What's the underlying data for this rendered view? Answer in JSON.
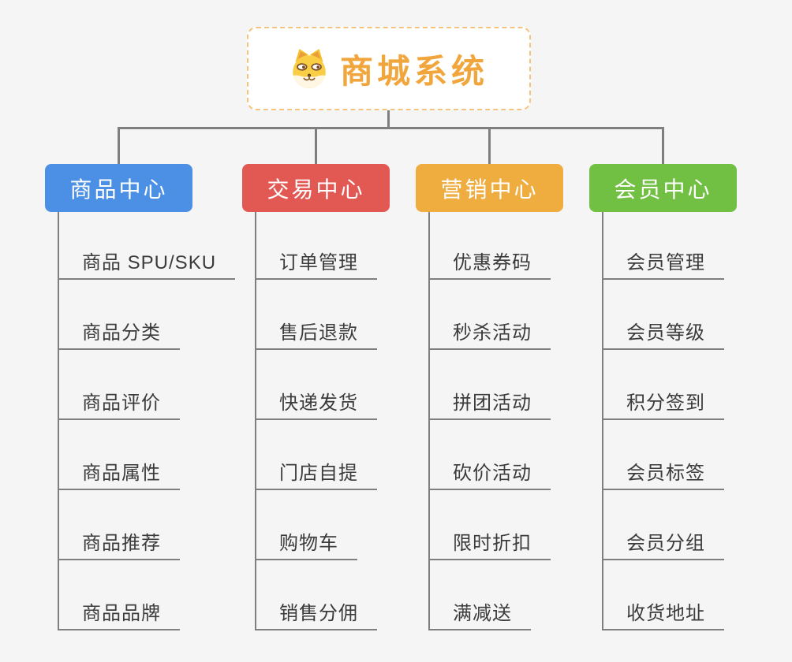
{
  "background_color": "#F5F5F6",
  "connector_color": "#7F7F7F",
  "leaf_text_color": "#3B3B3B",
  "root": {
    "title": "商城系统",
    "title_color": "#F1A63D",
    "border_color": "#F6C37E",
    "icon": "doge-icon"
  },
  "branches": [
    {
      "label": "商品中心",
      "color": "#4B90E4",
      "children": [
        "商品 SPU/SKU",
        "商品分类",
        "商品评价",
        "商品属性",
        "商品推荐",
        "商品品牌"
      ]
    },
    {
      "label": "交易中心",
      "color": "#E25954",
      "children": [
        "订单管理",
        "售后退款",
        "快递发货",
        "门店自提",
        "购物车",
        "销售分佣"
      ]
    },
    {
      "label": "营销中心",
      "color": "#EFAC3F",
      "children": [
        "优惠券码",
        "秒杀活动",
        "拼团活动",
        "砍价活动",
        "限时折扣",
        "满减送"
      ]
    },
    {
      "label": "会员中心",
      "color": "#71C044",
      "children": [
        "会员管理",
        "会员等级",
        "积分签到",
        "会员标签",
        "会员分组",
        "收货地址"
      ]
    }
  ]
}
